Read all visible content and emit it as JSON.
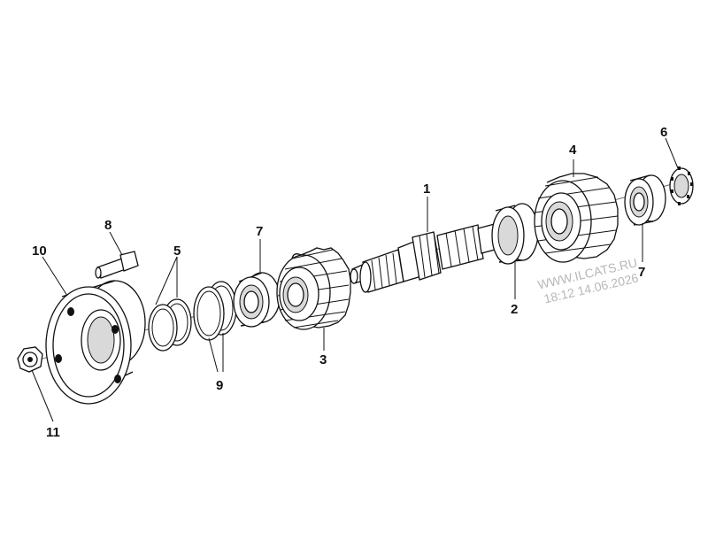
{
  "callouts": {
    "c1": "1",
    "c2": "2",
    "c3": "3",
    "c4": "4",
    "c5": "5",
    "c6": "6",
    "c7a": "7",
    "c7b": "7",
    "c8": "8",
    "c9": "9",
    "c10": "10",
    "c11": "11"
  },
  "watermark": {
    "site": "WWW.ILCATS.RU",
    "stamp": "18:12 14.06.2026"
  }
}
